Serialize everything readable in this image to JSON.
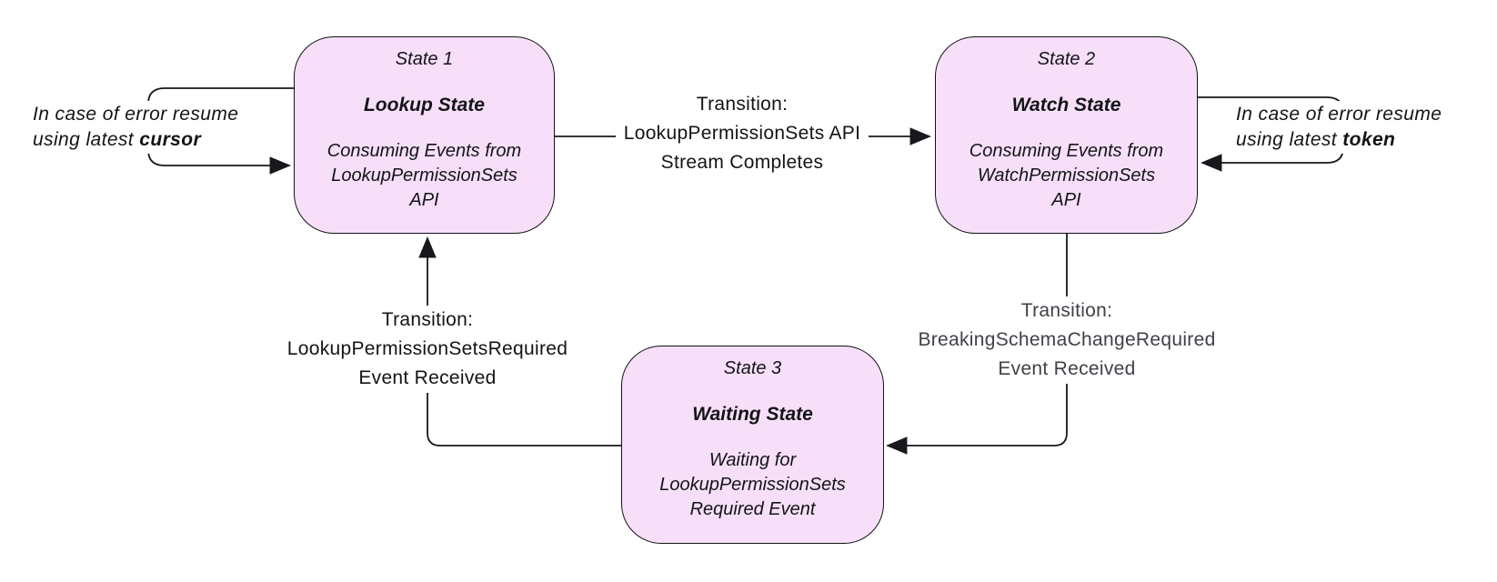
{
  "colors": {
    "background": "#ffffff",
    "state_fill": "#f7dff9",
    "state_border": "#121316",
    "line": "#17181b",
    "text": "#131417",
    "muted_text": "#3e4147"
  },
  "states": [
    {
      "label": "State 1",
      "name": "Lookup State",
      "description_lines": [
        "Consuming Events from",
        "LookupPermissionSets",
        "API"
      ]
    },
    {
      "label": "State 2",
      "name": "Watch State",
      "description_lines": [
        "Consuming Events from",
        "WatchPermissionSets",
        "API"
      ]
    },
    {
      "label": "State 3",
      "name": "Waiting State",
      "description_lines": [
        "Waiting for",
        "LookupPermissionSets",
        "Required Event"
      ]
    }
  ],
  "transitions": [
    {
      "from": "State 1",
      "to": "State 2",
      "lines": [
        "Transition:",
        "LookupPermissionSets API",
        "Stream Completes"
      ]
    },
    {
      "from": "State 2",
      "to": "State 3",
      "lines": [
        "Transition:",
        "BreakingSchemaChangeRequired",
        "Event Received"
      ]
    },
    {
      "from": "State 3",
      "to": "State 1",
      "lines": [
        "Transition:",
        "LookupPermissionSetsRequired",
        "Event Received"
      ]
    }
  ],
  "error_loops": [
    {
      "state": "State 1",
      "line1": "In case of error resume",
      "line2_prefix": "using latest ",
      "line2_keyword": "cursor"
    },
    {
      "state": "State 2",
      "line1": "In case of error resume",
      "line2_prefix": "using latest ",
      "line2_keyword": "token"
    }
  ]
}
